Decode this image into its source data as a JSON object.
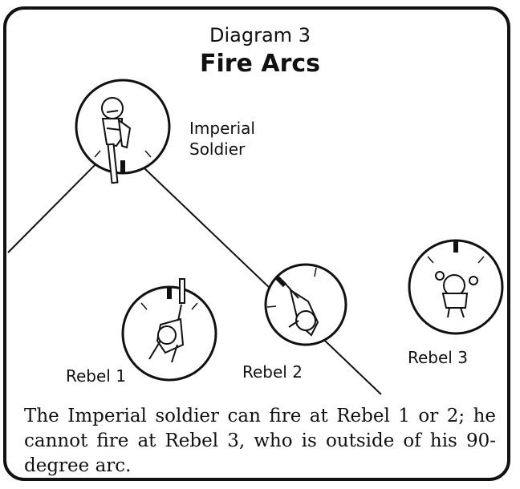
{
  "diagram": {
    "subtitle": "Diagram 3",
    "title": "Fire Arcs",
    "units": {
      "imperial": "Imperial\nSoldier",
      "rebel1": "Rebel 1",
      "rebel2": "Rebel 2",
      "rebel3": "Rebel 3"
    },
    "caption": "The Imperial soldier can fire at Rebel 1 or 2; he cannot fire at Rebel 3, who is outside of his 90-degree arc."
  }
}
